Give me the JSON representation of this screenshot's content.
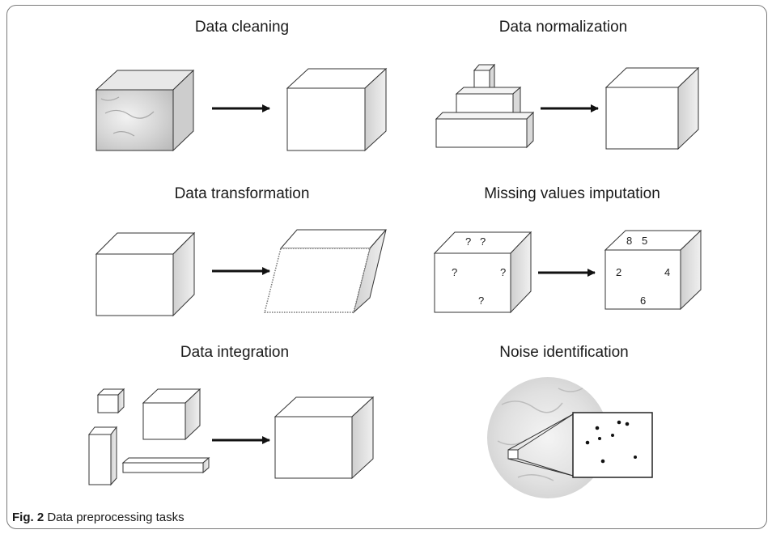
{
  "panels": {
    "cleaning": {
      "title": "Data cleaning"
    },
    "normalization": {
      "title": "Data normalization"
    },
    "transformation": {
      "title": "Data transformation"
    },
    "imputation": {
      "title": "Missing values imputation",
      "missing_marks": [
        "?",
        "?",
        "?",
        "?",
        "?"
      ],
      "imputed_values": [
        "8",
        "5",
        "2",
        "4",
        "6"
      ]
    },
    "integration": {
      "title": "Data integration"
    },
    "noise": {
      "title": "Noise identification"
    }
  },
  "caption": {
    "label": "Fig. 2",
    "text": "Data preprocessing tasks"
  }
}
